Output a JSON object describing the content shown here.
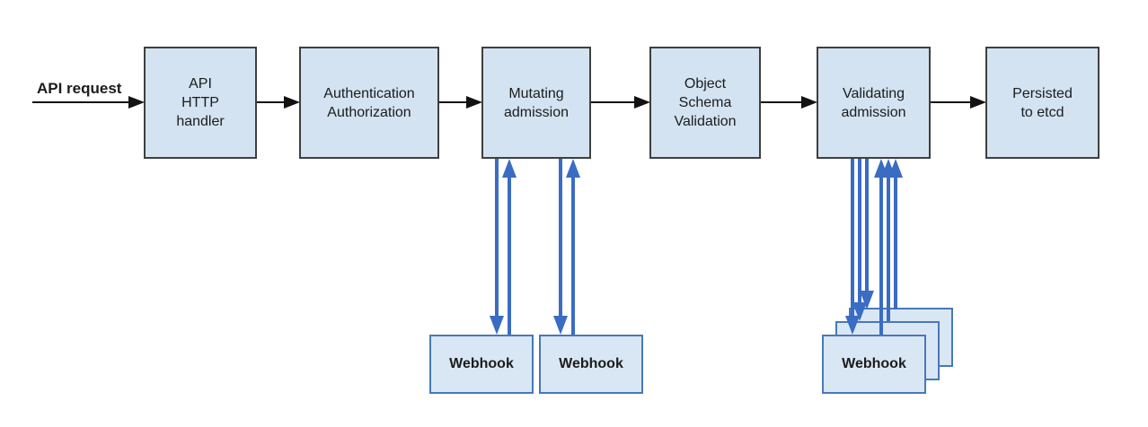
{
  "flow": {
    "input_label": "API request",
    "nodes": [
      {
        "id": "api-http-handler",
        "label": "API\nHTTP\nhandler"
      },
      {
        "id": "authentication-authorization",
        "label": "Authentication\nAuthorization"
      },
      {
        "id": "mutating-admission",
        "label": "Mutating\nadmission"
      },
      {
        "id": "object-schema-validation",
        "label": "Object\nSchema\nValidation"
      },
      {
        "id": "validating-admission",
        "label": "Validating\nadmission"
      },
      {
        "id": "persisted-to-etcd",
        "label": "Persisted\nto etcd"
      }
    ],
    "mutating_webhooks": [
      {
        "label": "Webhook"
      },
      {
        "label": "Webhook"
      }
    ],
    "validating_webhooks": [
      {
        "label": "Webhook"
      },
      {
        "label": "Webhook"
      },
      {
        "label": "Webhook"
      }
    ]
  },
  "colors": {
    "background": "#ffffff",
    "node_fill": "#d3e3f1",
    "node_border": "#3f3f3f",
    "webhook_fill": "#d9e7f5",
    "webhook_border": "#4779b8",
    "arrow_blue": "#3a6cc4",
    "arrow_black": "#121212",
    "text": "#1c1c1c"
  }
}
